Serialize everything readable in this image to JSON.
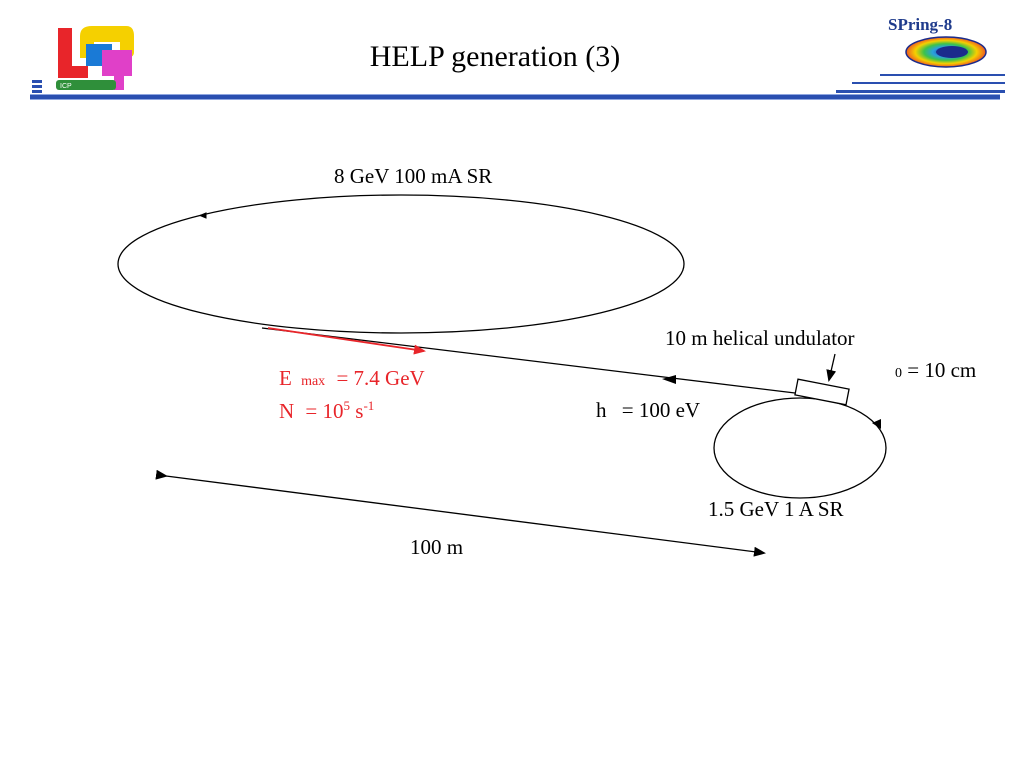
{
  "slide": {
    "title": "HELP generation (3)"
  },
  "logos": {
    "left_lettering": "ICP",
    "right_lettering": "SPring-8"
  },
  "diagram": {
    "ring_large_label": "8 GeV 100 mA SR",
    "undulator_label": "10 m helical undulator",
    "lambda_label": "= 10 cm",
    "lambda_subscript": "0",
    "photon_energy_label": "h",
    "photon_energy_value": "= 100 eV",
    "ring_small_label": "1.5 GeV  1 A  SR",
    "distance_label": "100 m",
    "emax_symbol": "E",
    "emax_sub": "max",
    "emax_value": "= 7.4 GeV",
    "n_symbol": "N",
    "n_value": "= 10",
    "n_exp": "5",
    "n_unit": " s",
    "n_unit_exp": "-1"
  },
  "colors": {
    "accent_red": "#e8252a",
    "header_blue": "#2a4fb0"
  }
}
